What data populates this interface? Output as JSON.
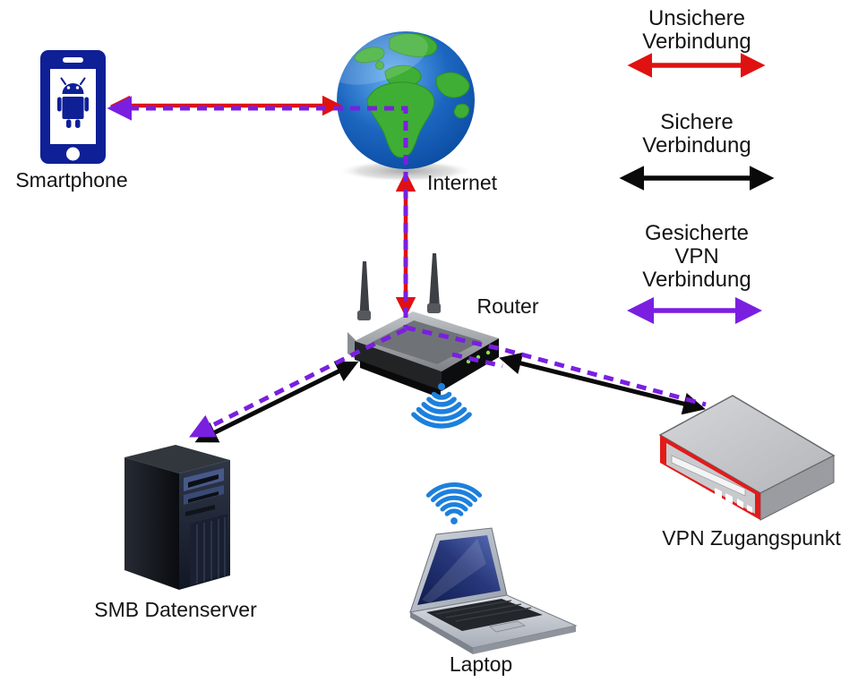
{
  "nodes": {
    "smartphone": {
      "label": "Smartphone"
    },
    "internet": {
      "label": "Internet"
    },
    "router": {
      "label": "Router"
    },
    "server": {
      "label": "SMB Datenserver"
    },
    "laptop": {
      "label": "Laptop"
    },
    "vpn_gateway": {
      "label": "VPN Zugangspunkt"
    }
  },
  "legend": {
    "items": [
      {
        "lines": [
          "Unsichere",
          "Verbindung"
        ],
        "color": "#e01111",
        "style": "solid-double-arrow"
      },
      {
        "lines": [
          "Sichere",
          "Verbindung"
        ],
        "color": "#0a0a0a",
        "style": "solid-double-arrow"
      },
      {
        "lines": [
          "Gesicherte",
          "VPN",
          "Verbindung"
        ],
        "color": "#7a1fe0",
        "style": "solid-double-arrow"
      }
    ]
  },
  "connections": [
    {
      "from": "Smartphone",
      "to": "Internet",
      "types": [
        "unsichere-verbindung",
        "vpn-verbindung"
      ]
    },
    {
      "from": "Internet",
      "to": "Router",
      "types": [
        "unsichere-verbindung",
        "vpn-verbindung"
      ]
    },
    {
      "from": "Router",
      "to": "SMB Datenserver",
      "types": [
        "sichere-verbindung",
        "vpn-verbindung"
      ]
    },
    {
      "from": "Router",
      "to": "VPN Zugangspunkt",
      "types": [
        "sichere-verbindung",
        "vpn-verbindung"
      ]
    },
    {
      "from": "Router",
      "to": "Laptop",
      "types": [
        "wlan"
      ]
    }
  ],
  "colors": {
    "unsafe_connection": "#e01111",
    "safe_connection": "#0a0a0a",
    "vpn_connection": "#7a1fe0",
    "wifi_icon": "#1c80dd",
    "smartphone_body": "#0f1f96",
    "globe_land": "#3fae35",
    "globe_ocean": "#1c66c0",
    "vpn_appliance_accent": "#e21b1b"
  }
}
